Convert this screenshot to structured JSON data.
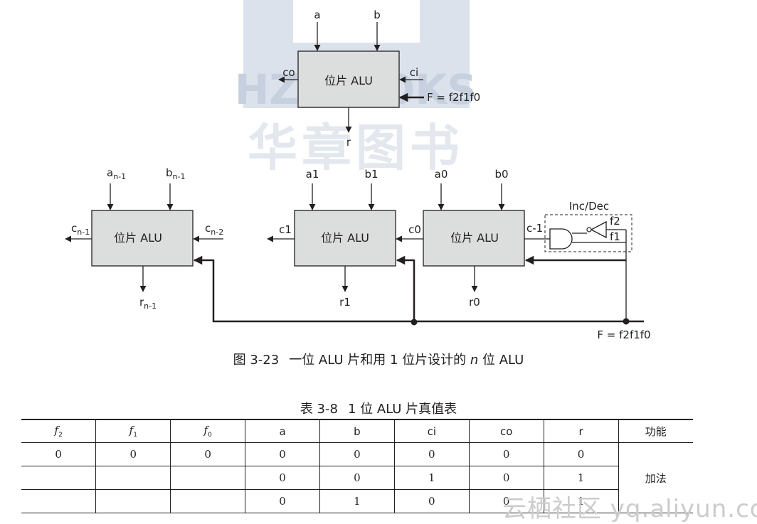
{
  "watermark": {
    "publisher_latin": "HZ BOOKS",
    "publisher_cjk": "华章图书",
    "site": "云栖社区 yq.aliyun.com"
  },
  "top_alu": {
    "label": "位片 ALU",
    "input_a": "a",
    "input_b": "b",
    "carry_out": "co",
    "carry_in": "ci",
    "function_in": "F = f2f1f0",
    "result": "r"
  },
  "alu_chain": {
    "block_label": "位片 ALU",
    "msb": {
      "a": "a",
      "a_sub": "n-1",
      "b": "b",
      "b_sub": "n-1",
      "cout": "c",
      "cout_sub": "n-1",
      "cin": "c",
      "cin_sub": "n-2",
      "r": "r",
      "r_sub": "n-1"
    },
    "bit1": {
      "a": "a1",
      "b": "b1",
      "cout": "c1",
      "r": "r1"
    },
    "bit0": {
      "a": "a0",
      "b": "b0",
      "cout": "c0",
      "cin": "c-1",
      "r": "r0"
    },
    "incdec": {
      "title": "Inc/Dec",
      "f2": "f2",
      "f1": "f1"
    },
    "function_bus": "F = f2f1f0"
  },
  "figure_caption": {
    "number": "图 3-23",
    "text_before": "一位 ALU 片和用 1 位片设计的 ",
    "italic_n": "n",
    "text_after": " 位 ALU"
  },
  "table_caption": {
    "number": "表 3-8",
    "text": "1 位 ALU 片真值表"
  },
  "truth_table": {
    "headers": [
      {
        "italic": "f",
        "sub": "2"
      },
      {
        "italic": "f",
        "sub": "1"
      },
      {
        "italic": "f",
        "sub": "0"
      },
      {
        "text": "a"
      },
      {
        "text": "b"
      },
      {
        "text": "ci"
      },
      {
        "text": "co"
      },
      {
        "text": "r"
      },
      {
        "text": "功能"
      }
    ],
    "rows": [
      [
        "0",
        "0",
        "0",
        "0",
        "0",
        "0",
        "0",
        "0"
      ],
      [
        "",
        "",
        "",
        "0",
        "0",
        "1",
        "0",
        "1"
      ],
      [
        "",
        "",
        "",
        "0",
        "1",
        "0",
        "0",
        "1"
      ]
    ],
    "function_label": "加法"
  }
}
